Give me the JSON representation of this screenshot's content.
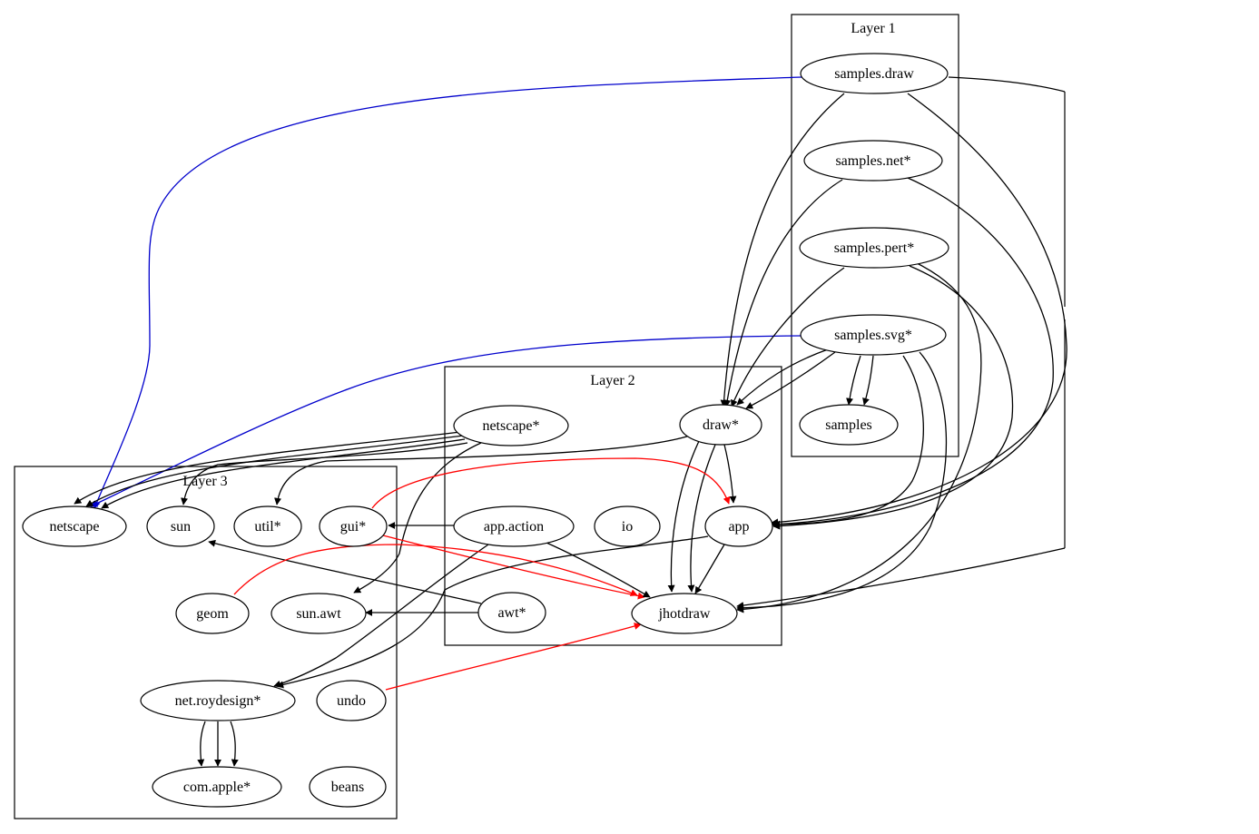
{
  "colors": {
    "default_edge": "#000000",
    "highlight_red": "#ff0000",
    "highlight_blue": "#0000cc"
  },
  "clusters": [
    {
      "id": "layer1",
      "label": "Layer 1"
    },
    {
      "id": "layer2",
      "label": "Layer 2"
    },
    {
      "id": "layer3",
      "label": "Layer 3"
    }
  ],
  "nodes": [
    {
      "id": "samples_draw",
      "label": "samples.draw",
      "layer": "layer1"
    },
    {
      "id": "samples_net",
      "label": "samples.net*",
      "layer": "layer1"
    },
    {
      "id": "samples_pert",
      "label": "samples.pert*",
      "layer": "layer1"
    },
    {
      "id": "samples_svg",
      "label": "samples.svg*",
      "layer": "layer1"
    },
    {
      "id": "samples",
      "label": "samples",
      "layer": "layer1"
    },
    {
      "id": "netscape_star",
      "label": "netscape*",
      "layer": "layer2"
    },
    {
      "id": "draw_star",
      "label": "draw*",
      "layer": "layer2"
    },
    {
      "id": "app_action",
      "label": "app.action",
      "layer": "layer2"
    },
    {
      "id": "io",
      "label": "io",
      "layer": "layer2"
    },
    {
      "id": "app",
      "label": "app",
      "layer": "layer2"
    },
    {
      "id": "awt_star",
      "label": "awt*",
      "layer": "layer2"
    },
    {
      "id": "jhotdraw",
      "label": "jhotdraw",
      "layer": "layer2"
    },
    {
      "id": "netscape",
      "label": "netscape",
      "layer": "layer3"
    },
    {
      "id": "sun",
      "label": "sun",
      "layer": "layer3"
    },
    {
      "id": "util_star",
      "label": "util*",
      "layer": "layer3"
    },
    {
      "id": "gui_star",
      "label": "gui*",
      "layer": "layer3"
    },
    {
      "id": "geom",
      "label": "geom",
      "layer": "layer3"
    },
    {
      "id": "sun_awt",
      "label": "sun.awt",
      "layer": "layer3"
    },
    {
      "id": "net_roydesign",
      "label": "net.roydesign*",
      "layer": "layer3"
    },
    {
      "id": "undo",
      "label": "undo",
      "layer": "layer3"
    },
    {
      "id": "com_apple",
      "label": "com.apple*",
      "layer": "layer3"
    },
    {
      "id": "beans",
      "label": "beans",
      "layer": "layer3"
    }
  ],
  "edges": [
    {
      "from": "samples_draw",
      "to": "netscape",
      "color": "blue"
    },
    {
      "from": "samples_draw",
      "to": "draw_star",
      "color": "black"
    },
    {
      "from": "samples_draw",
      "to": "app",
      "color": "black"
    },
    {
      "from": "samples_draw",
      "to": "jhotdraw",
      "color": "black"
    },
    {
      "from": "samples_net",
      "to": "draw_star",
      "color": "black"
    },
    {
      "from": "samples_net",
      "to": "app",
      "color": "black"
    },
    {
      "from": "samples_pert",
      "to": "draw_star",
      "color": "black"
    },
    {
      "from": "samples_pert",
      "to": "app",
      "color": "black"
    },
    {
      "from": "samples_pert",
      "to": "jhotdraw",
      "color": "black"
    },
    {
      "from": "samples_svg",
      "to": "netscape",
      "color": "blue"
    },
    {
      "from": "samples_svg",
      "to": "draw_star",
      "color": "black"
    },
    {
      "from": "samples_svg",
      "to": "draw_star",
      "color": "black"
    },
    {
      "from": "samples_svg",
      "to": "samples",
      "color": "black"
    },
    {
      "from": "samples_svg",
      "to": "samples",
      "color": "black"
    },
    {
      "from": "samples_svg",
      "to": "app",
      "color": "black"
    },
    {
      "from": "samples_svg",
      "to": "jhotdraw",
      "color": "black"
    },
    {
      "from": "netscape_star",
      "to": "netscape",
      "color": "black"
    },
    {
      "from": "netscape_star",
      "to": "netscape",
      "color": "black"
    },
    {
      "from": "netscape_star",
      "to": "netscape",
      "color": "black"
    },
    {
      "from": "netscape_star",
      "to": "sun",
      "color": "black"
    },
    {
      "from": "netscape_star",
      "to": "sun_awt",
      "color": "black"
    },
    {
      "from": "draw_star",
      "to": "util_star",
      "color": "black"
    },
    {
      "from": "draw_star",
      "to": "app",
      "color": "black"
    },
    {
      "from": "draw_star",
      "to": "jhotdraw",
      "color": "black"
    },
    {
      "from": "draw_star",
      "to": "jhotdraw",
      "color": "black"
    },
    {
      "from": "gui_star",
      "to": "app",
      "color": "red"
    },
    {
      "from": "gui_star",
      "to": "jhotdraw",
      "color": "red"
    },
    {
      "from": "app_action",
      "to": "gui_star",
      "color": "black"
    },
    {
      "from": "app_action",
      "to": "jhotdraw",
      "color": "black"
    },
    {
      "from": "app_action",
      "to": "net_roydesign",
      "color": "black"
    },
    {
      "from": "app",
      "to": "jhotdraw",
      "color": "black"
    },
    {
      "from": "app",
      "to": "net_roydesign",
      "color": "black"
    },
    {
      "from": "awt_star",
      "to": "sun",
      "color": "black"
    },
    {
      "from": "awt_star",
      "to": "sun_awt",
      "color": "black"
    },
    {
      "from": "geom",
      "to": "jhotdraw",
      "color": "red"
    },
    {
      "from": "undo",
      "to": "jhotdraw",
      "color": "red"
    },
    {
      "from": "net_roydesign",
      "to": "com_apple",
      "color": "black"
    },
    {
      "from": "net_roydesign",
      "to": "com_apple",
      "color": "black"
    },
    {
      "from": "net_roydesign",
      "to": "com_apple",
      "color": "black"
    }
  ]
}
